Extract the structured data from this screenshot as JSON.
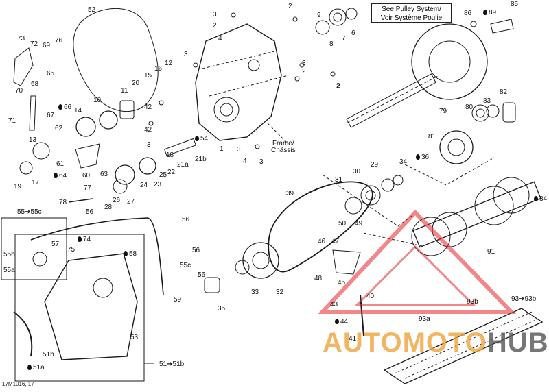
{
  "note": {
    "line1": "See Pulley System/",
    "line2": "Voir Système Poulie"
  },
  "frame_label": {
    "line1": "Frame/",
    "line2": "Châssis"
  },
  "diagram_code": "17M1016, 17",
  "watermark": {
    "part1": "AUTOMOTO",
    "part2": "HUB",
    "triangle_color": "#e8262a",
    "text_color": "#f0a43c"
  },
  "callouts": [
    {
      "t": "52",
      "drop": false
    },
    {
      "t": "3",
      "drop": false
    },
    {
      "t": "2",
      "drop": false
    },
    {
      "t": "2",
      "drop": false
    },
    {
      "t": "4",
      "drop": false
    },
    {
      "t": "73",
      "drop": false
    },
    {
      "t": "72",
      "drop": false
    },
    {
      "t": "69",
      "drop": false
    },
    {
      "t": "76",
      "drop": false
    },
    {
      "t": "65",
      "drop": false
    },
    {
      "t": "70",
      "drop": false
    },
    {
      "t": "68",
      "drop": false
    },
    {
      "t": "66",
      "drop": true
    },
    {
      "t": "67",
      "drop": false
    },
    {
      "t": "71",
      "drop": false
    },
    {
      "t": "62",
      "drop": false
    },
    {
      "t": "13",
      "drop": false
    },
    {
      "t": "61",
      "drop": false
    },
    {
      "t": "64",
      "drop": true
    },
    {
      "t": "60",
      "drop": false
    },
    {
      "t": "63",
      "drop": false
    },
    {
      "t": "19",
      "drop": false
    },
    {
      "t": "17",
      "drop": false
    },
    {
      "t": "14",
      "drop": false
    },
    {
      "t": "10",
      "drop": false
    },
    {
      "t": "11",
      "drop": false
    },
    {
      "t": "20",
      "drop": false
    },
    {
      "t": "15",
      "drop": false
    },
    {
      "t": "16",
      "drop": false
    },
    {
      "t": "12",
      "drop": false
    },
    {
      "t": "3",
      "drop": false
    },
    {
      "t": "42",
      "drop": false
    },
    {
      "t": "42",
      "drop": false
    },
    {
      "t": "3",
      "drop": false
    },
    {
      "t": "54",
      "drop": true
    },
    {
      "t": "1",
      "drop": false
    },
    {
      "t": "18",
      "drop": false
    },
    {
      "t": "21a",
      "drop": false
    },
    {
      "t": "21b",
      "drop": false
    },
    {
      "t": "22",
      "drop": false
    },
    {
      "t": "23",
      "drop": false
    },
    {
      "t": "24",
      "drop": false
    },
    {
      "t": "25",
      "drop": false
    },
    {
      "t": "26",
      "drop": false
    },
    {
      "t": "27",
      "drop": false
    },
    {
      "t": "28",
      "drop": false
    },
    {
      "t": "77",
      "drop": false
    },
    {
      "t": "78",
      "drop": false
    },
    {
      "t": "56",
      "drop": false
    },
    {
      "t": "56",
      "drop": false
    },
    {
      "t": "56",
      "drop": false
    },
    {
      "t": "56",
      "drop": false
    },
    {
      "t": "55c",
      "drop": false
    },
    {
      "t": "59",
      "drop": false
    },
    {
      "t": "55➔55c",
      "drop": false
    },
    {
      "t": "55b",
      "drop": false
    },
    {
      "t": "57",
      "drop": false
    },
    {
      "t": "55a",
      "drop": false
    },
    {
      "t": "74",
      "drop": true
    },
    {
      "t": "75",
      "drop": false
    },
    {
      "t": "58",
      "drop": true
    },
    {
      "t": "53",
      "drop": false
    },
    {
      "t": "51b",
      "drop": false
    },
    {
      "t": "51a",
      "drop": true
    },
    {
      "t": "51➔51b",
      "drop": false
    },
    {
      "t": "2",
      "drop": false
    },
    {
      "t": "3",
      "drop": false
    },
    {
      "t": "3",
      "drop": false
    },
    {
      "t": "2",
      "drop": false
    },
    {
      "t": "2",
      "drop": false
    },
    {
      "t": "4",
      "drop": false
    },
    {
      "t": "3",
      "drop": false
    },
    {
      "t": "9",
      "drop": false
    },
    {
      "t": "8",
      "drop": false
    },
    {
      "t": "7",
      "drop": false
    },
    {
      "t": "6",
      "drop": false
    },
    {
      "t": "86",
      "drop": false
    },
    {
      "t": "89",
      "drop": true
    },
    {
      "t": "85",
      "drop": false
    },
    {
      "t": "82",
      "drop": false
    },
    {
      "t": "83",
      "drop": false
    },
    {
      "t": "80",
      "drop": false
    },
    {
      "t": "79",
      "drop": false
    },
    {
      "t": "81",
      "drop": false
    },
    {
      "t": "36",
      "drop": true
    },
    {
      "t": "34",
      "drop": false
    },
    {
      "t": "29",
      "drop": false
    },
    {
      "t": "30",
      "drop": false
    },
    {
      "t": "31",
      "drop": false
    },
    {
      "t": "39",
      "drop": false
    },
    {
      "t": "84",
      "drop": true
    },
    {
      "t": "91",
      "drop": false
    },
    {
      "t": "50",
      "drop": false
    },
    {
      "t": "49",
      "drop": false
    },
    {
      "t": "47",
      "drop": false
    },
    {
      "t": "46",
      "drop": false
    },
    {
      "t": "48",
      "drop": false
    },
    {
      "t": "45",
      "drop": false
    },
    {
      "t": "43",
      "drop": false
    },
    {
      "t": "40",
      "drop": false
    },
    {
      "t": "44",
      "drop": true
    },
    {
      "t": "41",
      "drop": false
    },
    {
      "t": "33",
      "drop": false
    },
    {
      "t": "32",
      "drop": false
    },
    {
      "t": "35",
      "drop": false
    },
    {
      "t": "93b",
      "drop": false
    },
    {
      "t": "93➔93b",
      "drop": false
    },
    {
      "t": "93a",
      "drop": false
    }
  ]
}
